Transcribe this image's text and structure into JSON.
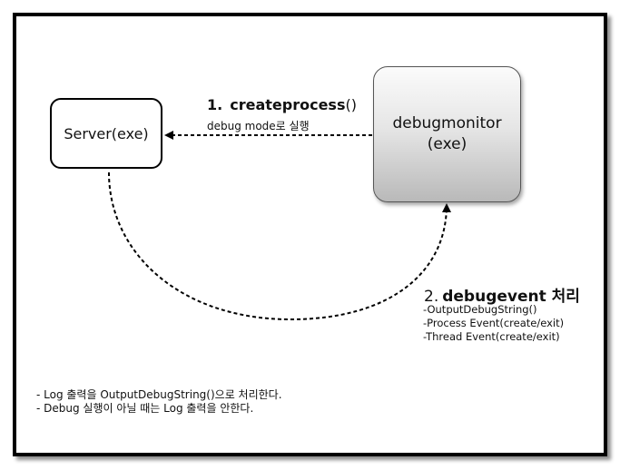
{
  "diagram": {
    "server_box": {
      "label": "Server(exe)"
    },
    "monitor_box": {
      "line1": "debugmonitor",
      "line2": "(exe)"
    },
    "step1": {
      "number": "1.",
      "function": "createprocess",
      "parens": "()",
      "description": "debug mode로 실행"
    },
    "step2": {
      "number": "2.",
      "function": "debugevent",
      "suffix": " 처리",
      "items": [
        "-OutputDebugString()",
        "-Process Event(create/exit)",
        "-Thread Event(create/exit)"
      ]
    },
    "notes": [
      "- Log 출력을 OutputDebugString()으로 처리한다.",
      "- Debug 실행이 아닐 때는 Log 출력을 안한다."
    ]
  },
  "colors": {
    "border": "#000000",
    "monitor_gradient_top": "#fbfbfb",
    "monitor_gradient_bottom": "#b9b9b9"
  }
}
